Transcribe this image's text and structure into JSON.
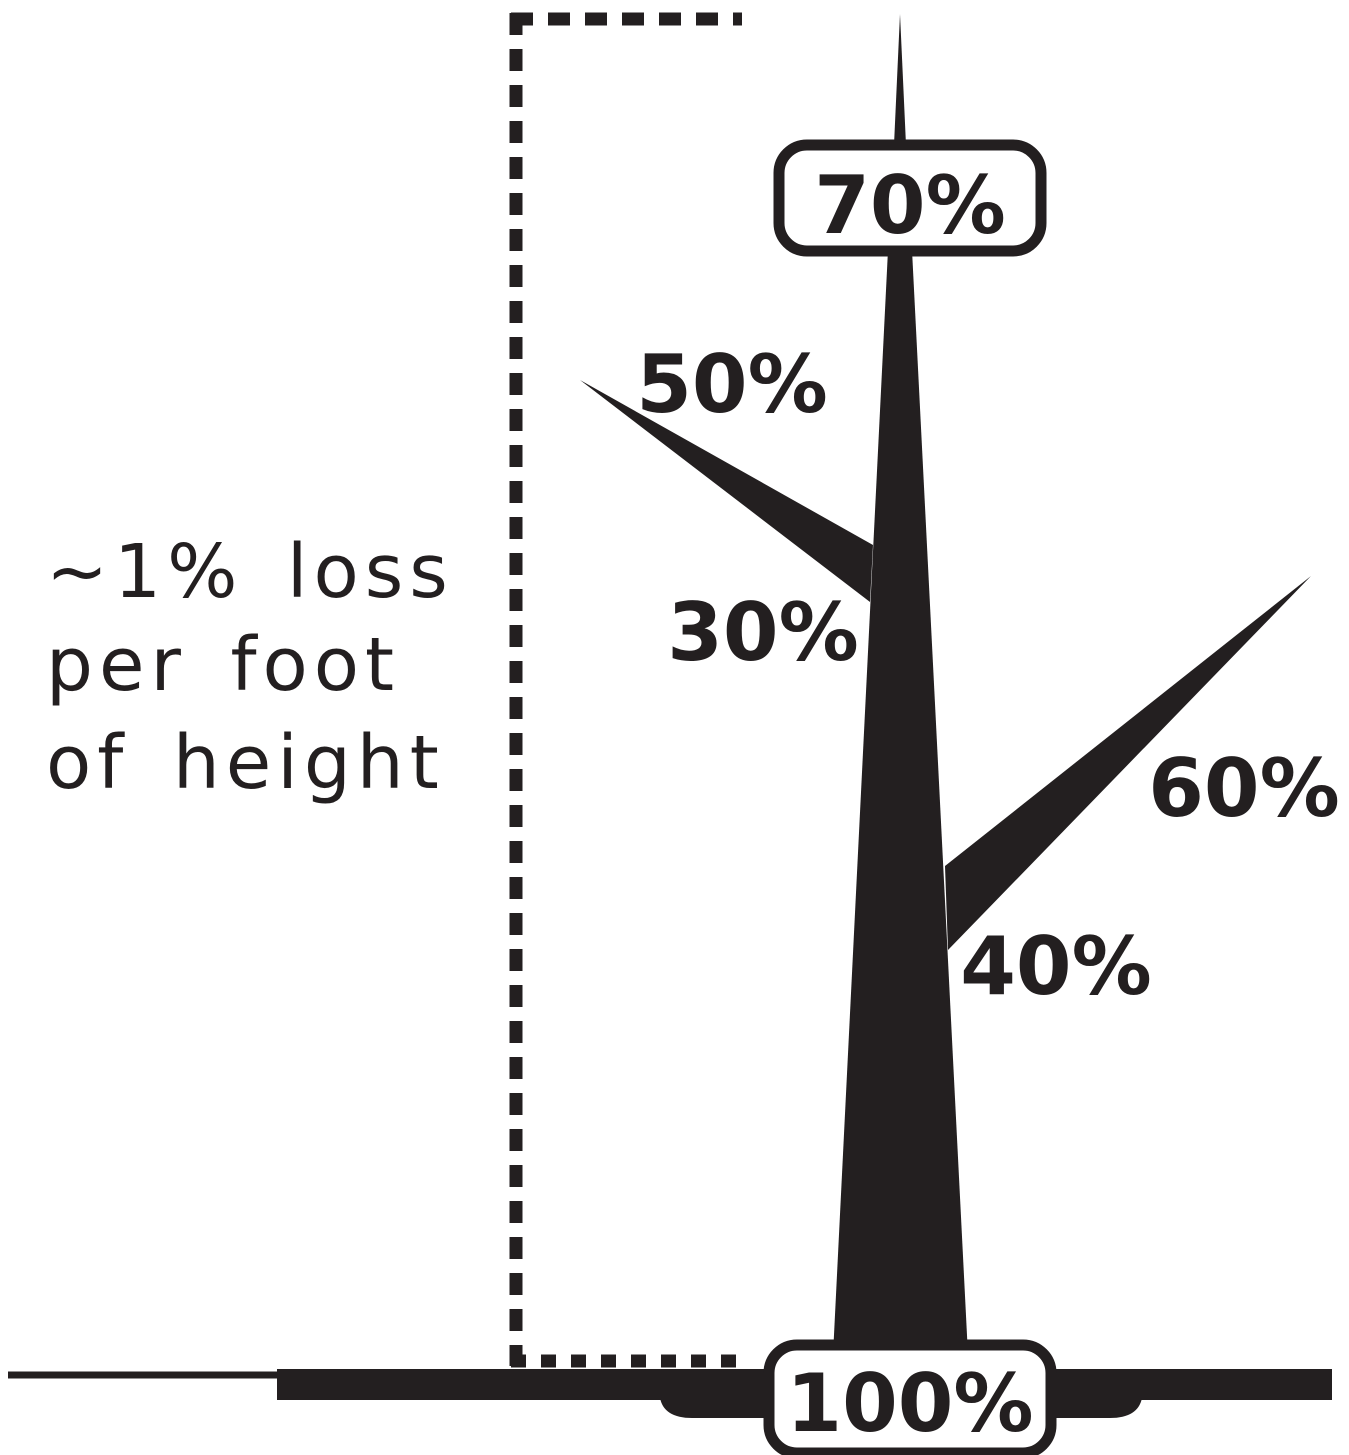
{
  "diagram": {
    "note_lines": [
      "~1% loss",
      "per foot",
      "of height"
    ],
    "labels": {
      "top": "70%",
      "upper_branch_tip": "50%",
      "upper_branch_base": "30%",
      "lower_branch_tip": "60%",
      "lower_branch_base": "40%",
      "ground": "100%"
    },
    "colors": {
      "ink": "#231f20",
      "background": "#ffffff"
    }
  }
}
